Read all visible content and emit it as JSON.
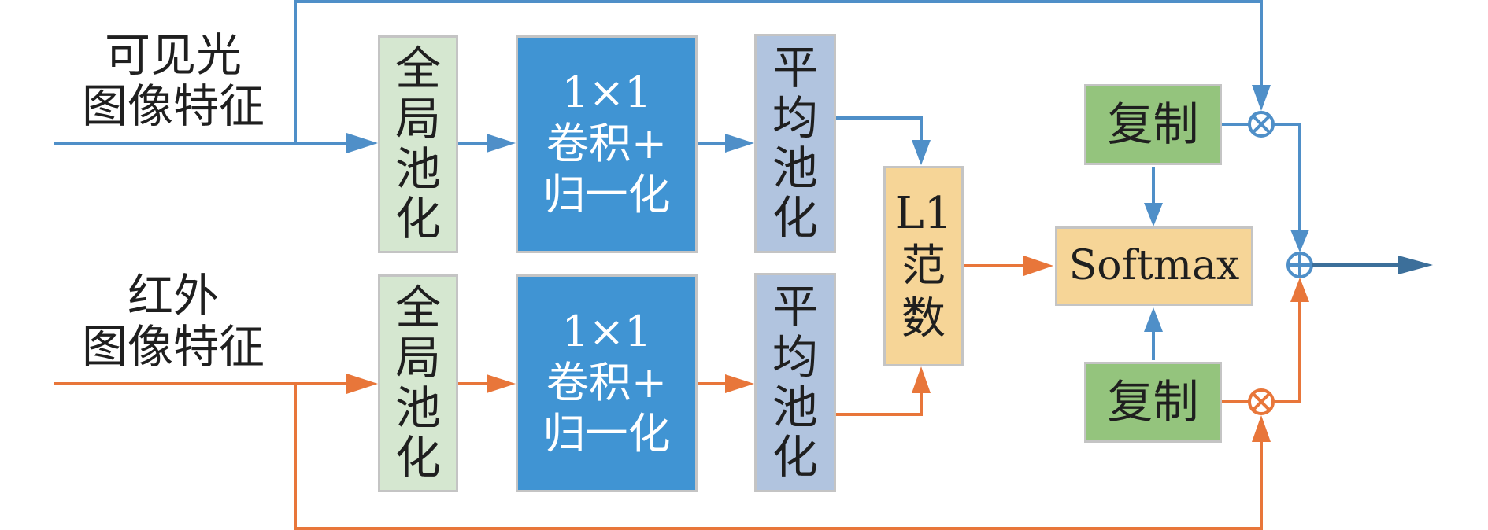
{
  "inputs": {
    "visible": "可见光\n图像特征",
    "infrared": "红外\n图像特征"
  },
  "top_branch": {
    "global_pool": "全\n局\n池\n化",
    "conv": "1×1\n卷积+\n归一化",
    "avg_pool": "平\n均\n池\n化"
  },
  "bottom_branch": {
    "global_pool": "全\n局\n池\n化",
    "conv": "1×1\n卷积+\n归一化",
    "avg_pool": "平\n均\n池\n化"
  },
  "l1_norm": "L1\n范\n数",
  "softmax": "Softmax",
  "copy_top": "复制",
  "copy_bottom": "复制",
  "colors": {
    "blue_line": "#4f8fc8",
    "orange_line": "#e8763a",
    "output_line": "#3c6f9a",
    "global_pool_fill": "#d5e7d0",
    "conv_fill": "#4094d3",
    "avg_pool_fill": "#b1c4df",
    "l1_fill": "#f6d597",
    "softmax_fill": "#f6d597",
    "copy_fill": "#94c47d"
  }
}
